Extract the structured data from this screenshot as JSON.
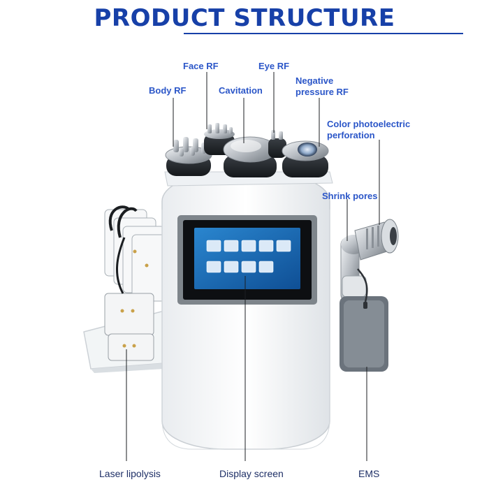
{
  "title": "PRODUCT STRUCTURE",
  "labels": {
    "face_rf": "Face RF",
    "eye_rf": "Eye RF",
    "body_rf": "Body RF",
    "cavitation": "Cavitation",
    "negative_pressure_rf_1": "Negative",
    "negative_pressure_rf_2": "pressure RF",
    "color_photo_1": "Color photoelectric",
    "color_photo_2": "perforation",
    "shrink_pores": "Shrink pores",
    "laser_lipolysis": "Laser lipolysis",
    "display_screen": "Display screen",
    "ems": "EMS"
  },
  "colors": {
    "title": "#1740a8",
    "label": "#2b56c8",
    "screen": "#1a6fb8",
    "ems_pad": "#6b737c"
  }
}
